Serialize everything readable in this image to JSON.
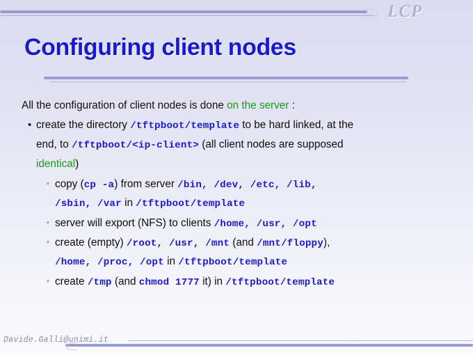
{
  "slide": {
    "logo": "LCP",
    "title": "Configuring client nodes",
    "footer": "Davide.Galli@unimi.it",
    "colors": {
      "background_top": "#dcdcf0",
      "background_bottom": "#fafafd",
      "title_blue": "#1a1acc",
      "code_blue": "#1a1acc",
      "highlight_green": "#1a9a1a",
      "rule_purple": "#9b9bd4",
      "logo_lavender": "#b0b0d8",
      "footer_gray": "#8a8ab0"
    }
  },
  "content": {
    "intro": {
      "bullet": "",
      "text_a": "All the configuration of client nodes is done ",
      "green": "on the server",
      "text_b": " :"
    },
    "bullet1": {
      "marker": "•",
      "line1_a": "create the directory ",
      "line1_code": "/tftpboot/template",
      "line1_b": " to be hard linked, at the",
      "line2_a": "end, to ",
      "line2_code": "/tftpboot/<ip-client>",
      "line2_b": "  (all client nodes are supposed",
      "line3_green": "identical",
      "line3_b": ")"
    },
    "subbullets": {
      "marker": "◦",
      "items": [
        {
          "line1": [
            {
              "t": "copy (",
              "style": "plain"
            },
            {
              "t": "cp  -a",
              "style": "mono"
            },
            {
              "t": ") from server ",
              "style": "plain"
            },
            {
              "t": "/bin,  /dev,  /etc,  /lib,",
              "style": "mono"
            }
          ],
          "line2": [
            {
              "t": "/sbin,  /var",
              "style": "mono"
            },
            {
              "t": " in ",
              "style": "plain"
            },
            {
              "t": "/tftpboot/template",
              "style": "mono"
            }
          ]
        },
        {
          "line1": [
            {
              "t": "server will export (NFS) to clients ",
              "style": "plain"
            },
            {
              "t": "/home,  /usr,  /opt",
              "style": "mono"
            }
          ]
        },
        {
          "line1": [
            {
              "t": "create (empty) ",
              "style": "plain"
            },
            {
              "t": "/root,  /usr,  /mnt",
              "style": "mono"
            },
            {
              "t": " (and ",
              "style": "plain"
            },
            {
              "t": "/mnt/floppy",
              "style": "mono"
            },
            {
              "t": "),",
              "style": "plain"
            }
          ],
          "line2": [
            {
              "t": "/home,  /proc,  /opt",
              "style": "mono"
            },
            {
              "t": "   in ",
              "style": "plain"
            },
            {
              "t": "/tftpboot/template",
              "style": "mono"
            }
          ]
        },
        {
          "line1": [
            {
              "t": "create ",
              "style": "plain"
            },
            {
              "t": "/tmp",
              "style": "mono"
            },
            {
              "t": "  (and ",
              "style": "plain"
            },
            {
              "t": "chmod  1777",
              "style": "mono"
            },
            {
              "t": " it) in ",
              "style": "plain"
            },
            {
              "t": "/tftpboot/template",
              "style": "mono"
            }
          ]
        }
      ]
    }
  }
}
